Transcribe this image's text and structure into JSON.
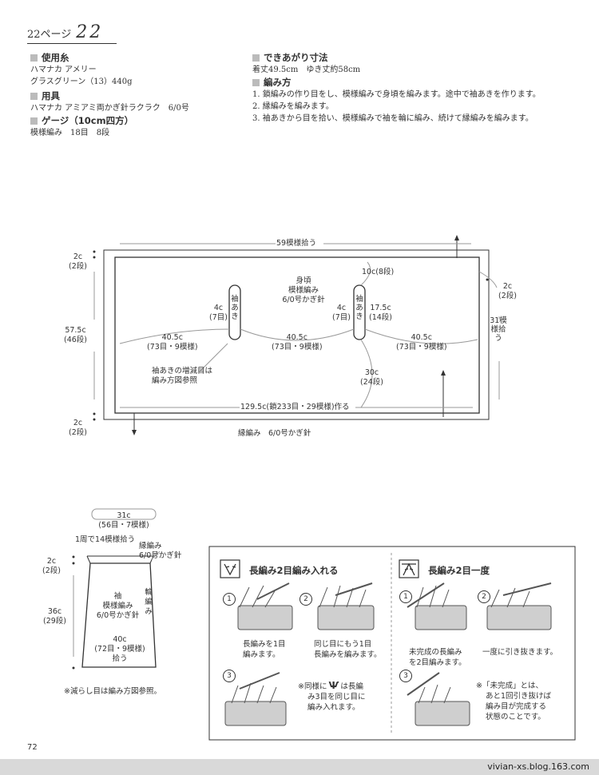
{
  "header": {
    "page_ref": "22ページ",
    "pattern_no": "22"
  },
  "materials": {
    "yarn": {
      "title": "使用糸",
      "lines": [
        "ハマナカ アメリー",
        "グラスグリーン（13）440g"
      ]
    },
    "tools": {
      "title": "用具",
      "lines": [
        "ハマナカ アミアミ両かぎ針ラクラク　6/0号"
      ]
    },
    "gauge": {
      "title": "ゲージ（10cm四方）",
      "lines": [
        "模様編み　18目　8段"
      ]
    },
    "size": {
      "title": "できあがり寸法",
      "lines": [
        "着丈49.5cm　ゆき丈約58cm"
      ]
    },
    "method": {
      "title": "編み方",
      "lines": [
        "1. 鎖編みの作り目をし、模様編みで身頃を編みます。途中で袖あきを作ります。",
        "2. 縁編みを編みます。",
        "3. 袖あきから目を拾い、模様編みで袖を輪に編み、続けて縁編みを編みます。"
      ]
    }
  },
  "body_diagram": {
    "top_pickup": "59模様拾う",
    "left_top_c": "2c",
    "left_top_r": "(2段)",
    "left_mid_c": "57.5c",
    "left_mid_r": "(46段)",
    "left_bot_c": "2c",
    "left_bot_r": "(2段)",
    "right_top_c": "2c",
    "right_top_r": "(2段)",
    "right_pickup": "31模様拾う",
    "title": "身頃",
    "stitch": "模様編み",
    "hook": "6/0号かぎ針",
    "left_slit_label": "袖あき",
    "right_slit_label": "袖あき",
    "slit_len_c": "4c",
    "slit_len_r": "(7目)",
    "slit_len2_c": "4c",
    "slit_len2_r": "(7目)",
    "top_gap_c": "10c(8段)",
    "slit_height_c": "17.5c",
    "slit_height_r": "(14段)",
    "seg1_c": "40.5c",
    "seg1_r": "(73目・9模様)",
    "seg2_c": "40.5c",
    "seg2_r": "(73目・9模様)",
    "seg3_c": "40.5c",
    "seg3_r": "(73目・9模様)",
    "lower_gap_c": "30c",
    "lower_gap_r": "(24段)",
    "note1": "袖あきの増減目は",
    "note2": "編み方図参照",
    "bottom_total": "129.5c(鎖233目・29模様)作る",
    "edge": "縁編み　6/0号かぎ針"
  },
  "sleeve_diagram": {
    "top_c": "31c",
    "top_r": "(56目・7模様)",
    "pickup": "1周で14模様拾う",
    "edge_stitch": "縁編み",
    "edge_hook": "6/0号かぎ針",
    "left_top_c": "2c",
    "left_top_r": "(2段)",
    "height_c": "36c",
    "height_r": "(29段)",
    "title": "袖",
    "stitch": "模様編み",
    "hook": "6/0号かぎ針",
    "round": "輪編み",
    "bottom_c": "40c",
    "bottom_r": "(72目・9模様)",
    "bottom_pick": "拾う",
    "note": "※減らし目は編み方図参照。"
  },
  "panel_left": {
    "title": "長編み2目編み入れる",
    "step1_no": "1",
    "step1_l1": "長編みを1目",
    "step1_l2": "編みます。",
    "step2_no": "2",
    "step2_l1": "同じ目にもう1目",
    "step2_l2": "長編みを編みます。",
    "step3_no": "3",
    "note_a": "※同様に",
    "note_b": "は長編",
    "note_l2": "み3目を同じ目に",
    "note_l3": "編み入れます。"
  },
  "panel_right": {
    "title": "長編み2目一度",
    "step1_no": "1",
    "step1_l1": "未完成の長編み",
    "step1_l2": "を2目編みます。",
    "step2_no": "2",
    "step2_l1": "一度に引き抜きます。",
    "step3_no": "3",
    "note_l1": "※「未完成」とは、",
    "note_l2": "あと1回引き抜けば",
    "note_l3": "編み目が完成する",
    "note_l4": "状態のことです。"
  },
  "page_number": "72",
  "footer": {
    "site": "vivian-xs.blog.163.com"
  }
}
